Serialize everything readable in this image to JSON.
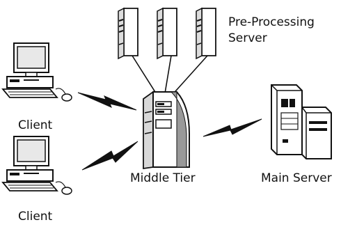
{
  "labels": {
    "preprocessing_line1": "Pre-Processing",
    "preprocessing_line2": "Server",
    "client_top": "Client",
    "client_bottom": "Client",
    "middle_tier": "Middle Tier",
    "main_server": "Main Server"
  },
  "icons": {
    "preprocessing_servers": [
      "server-tower-icon",
      "server-tower-icon",
      "server-tower-icon"
    ],
    "clients": [
      "desktop-computer-icon",
      "desktop-computer-icon"
    ],
    "middle_tier": "server-tower-icon",
    "main_server": "mainframe-icon",
    "links": [
      "lightning-link-icon",
      "lightning-link-icon",
      "lightning-link-icon"
    ]
  },
  "colors": {
    "ink": "#111111",
    "background": "#ffffff"
  }
}
